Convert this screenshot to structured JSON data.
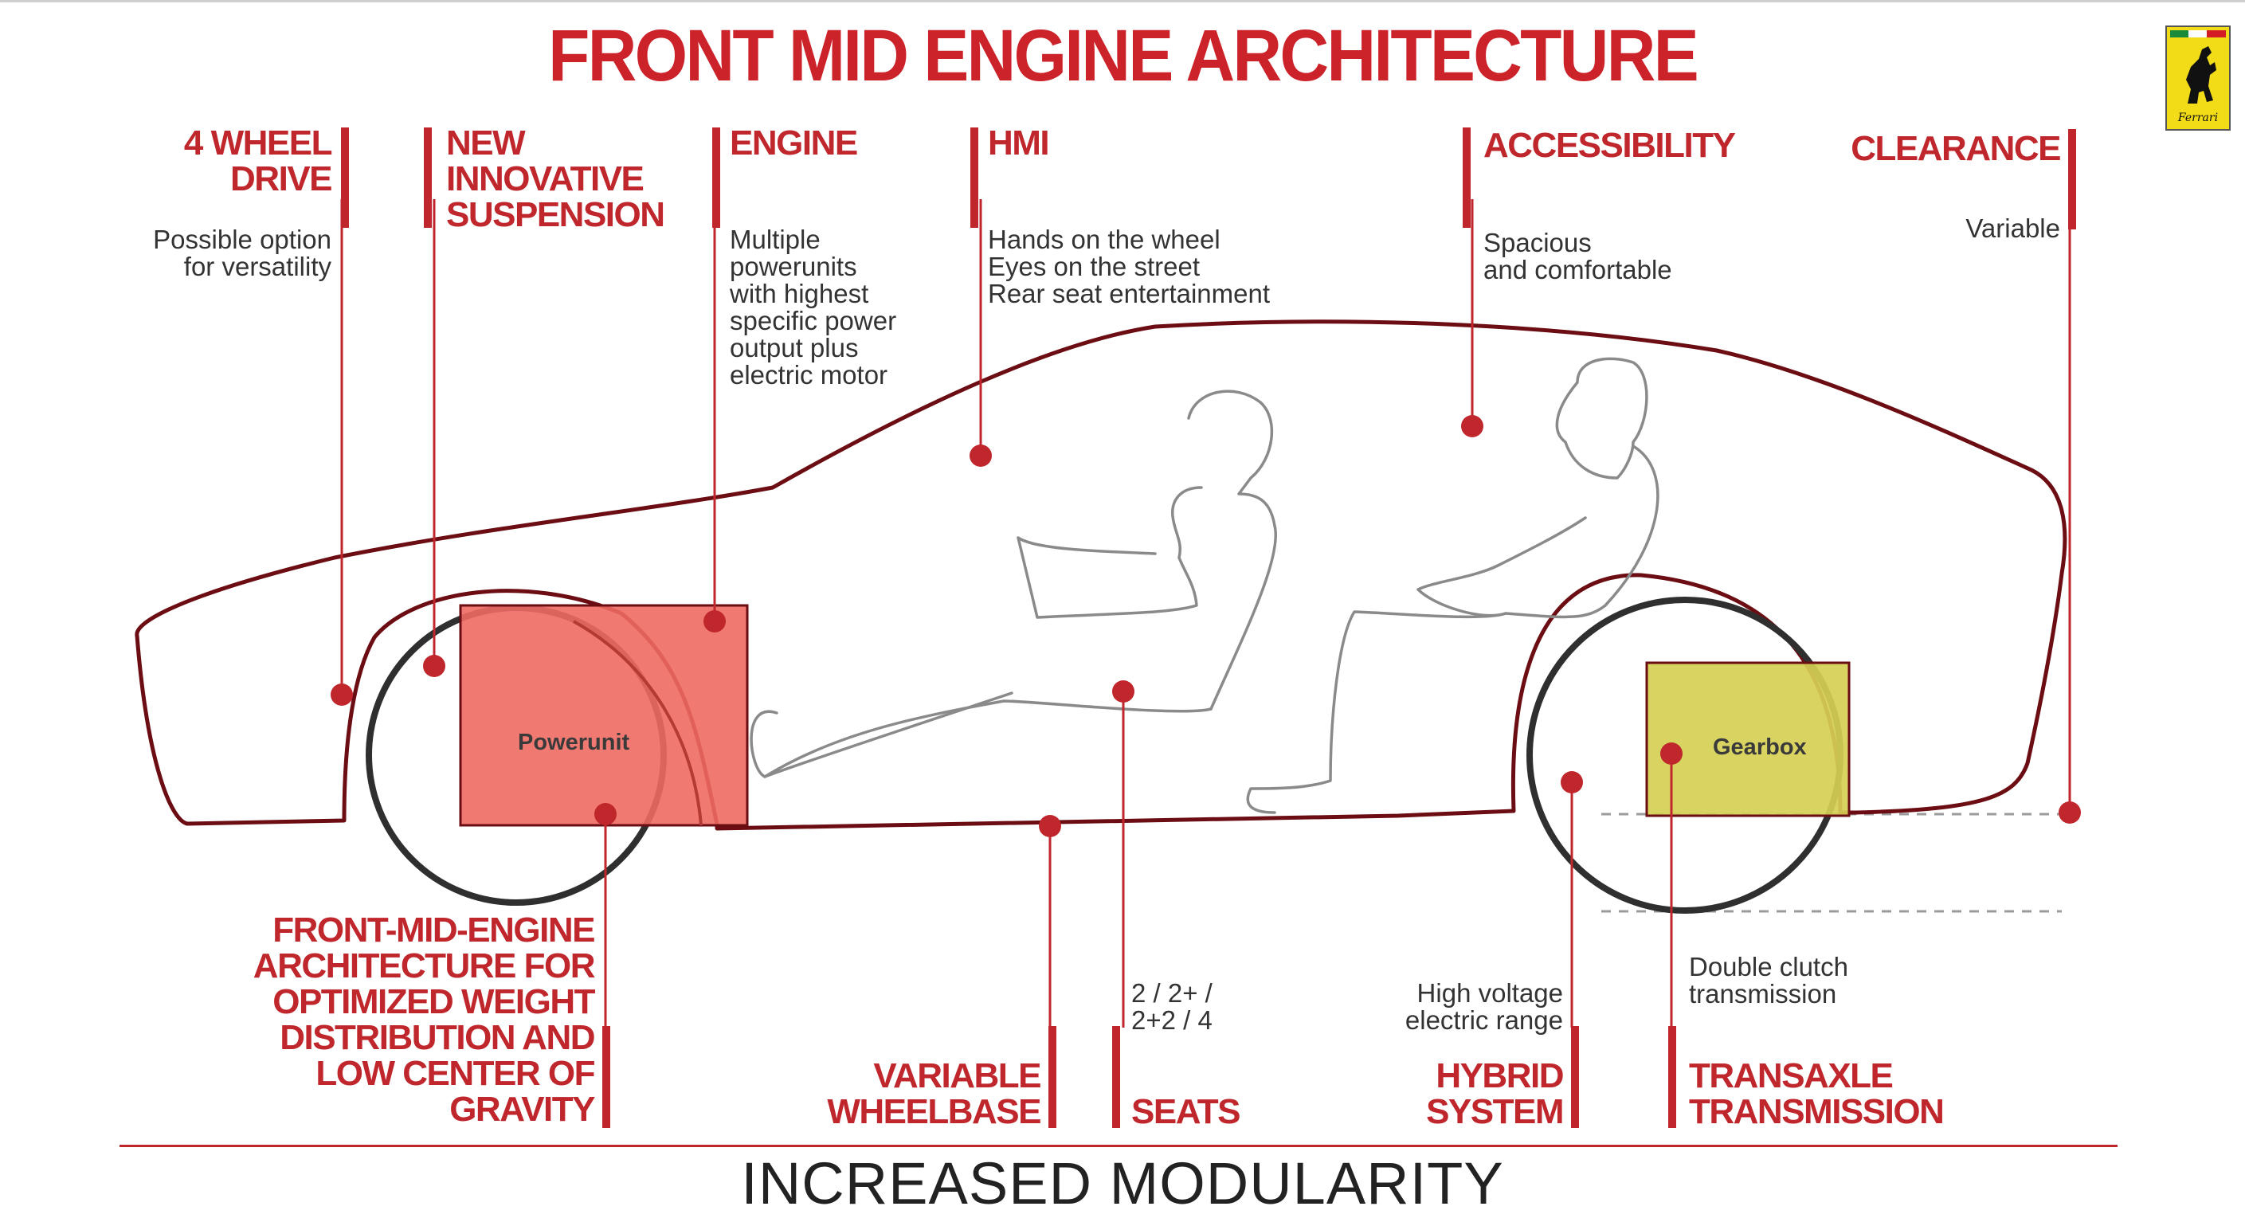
{
  "title": "FRONT MID ENGINE ARCHITECTURE",
  "footer": "INCREASED MODULARITY",
  "brand": {
    "logo_text": "Ferrari",
    "icon": "prancing-horse-icon",
    "color": "#f2dc18"
  },
  "colors": {
    "accent": "#c0272d",
    "powerunit": "#ee6a63",
    "gearbox": "#d6cf55",
    "car_outline": "#6b0d12"
  },
  "components": {
    "powerunit": "Powerunit",
    "gearbox": "Gearbox"
  },
  "features": {
    "four_wheel_drive": {
      "label_1": "4 WHEEL",
      "label_2": "DRIVE",
      "desc_1": "Possible option",
      "desc_2": "for versatility"
    },
    "suspension": {
      "label_1": "NEW",
      "label_2": "INNOVATIVE",
      "label_3": "SUSPENSION"
    },
    "engine": {
      "label": "ENGINE",
      "desc_1": "Multiple",
      "desc_2": "powerunits",
      "desc_3": "with highest",
      "desc_4": "specific power",
      "desc_5": "output plus",
      "desc_6": "electric motor"
    },
    "hmi": {
      "label": "HMI",
      "desc_1": "Hands on the wheel",
      "desc_2": "Eyes on the street",
      "desc_3": "Rear seat entertainment"
    },
    "accessibility": {
      "label": "ACCESSIBILITY",
      "desc_1": "Spacious",
      "desc_2": "and comfortable"
    },
    "clearance": {
      "label": "CLEARANCE",
      "desc": "Variable"
    },
    "architecture": {
      "label_1": "FRONT-MID-ENGINE",
      "label_2": "ARCHITECTURE FOR",
      "label_3": "OPTIMIZED WEIGHT",
      "label_4": "DISTRIBUTION AND",
      "label_5": "LOW CENTER OF",
      "label_6": "GRAVITY"
    },
    "wheelbase": {
      "label_1": "VARIABLE",
      "label_2": "WHEELBASE"
    },
    "seats": {
      "label": "SEATS",
      "desc_1": "2 / 2+ /",
      "desc_2": "2+2 / 4"
    },
    "hybrid": {
      "label_1": "HYBRID",
      "label_2": "SYSTEM",
      "desc_1": "High voltage",
      "desc_2": "electric range"
    },
    "transaxle": {
      "label_1": "TRANSAXLE",
      "label_2": "TRANSMISSION",
      "desc_1": "Double clutch",
      "desc_2": "transmission"
    }
  }
}
